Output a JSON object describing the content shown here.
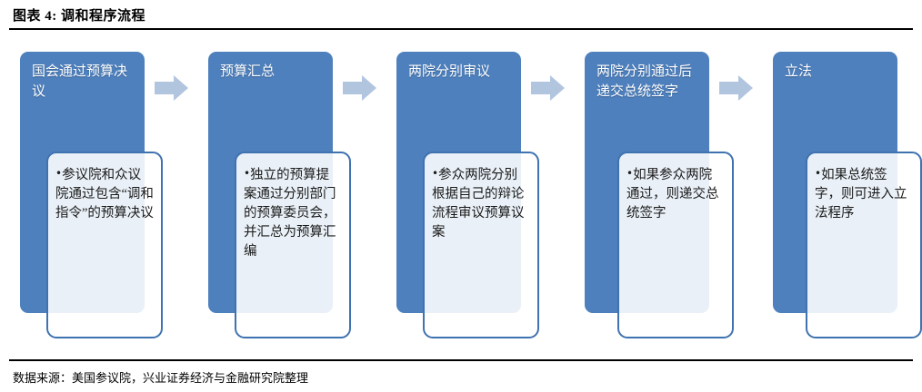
{
  "header": {
    "title": "图表 4: 调和程序流程"
  },
  "footer": {
    "source": "数据来源：美国参议院，兴业证券经济与金融研究院整理"
  },
  "colors": {
    "banner_blue": "#4E80BD",
    "card_border": "#3F72B0",
    "arrow_blue": "#B2C5DF",
    "banner_text": "#FFFFFF",
    "card_text": "#1A1A1A",
    "rule": "#000000"
  },
  "diagram": {
    "type": "process-flow",
    "direction": "left-to-right",
    "arrow_icon": "arrow-right-icon",
    "stage_count": 5,
    "stages": [
      {
        "id": "stage-1",
        "banner_label": "国会通过预算决议",
        "bullet": "•",
        "card_text": "参议院和众议院通过包含“调和指令”的预算决议"
      },
      {
        "id": "stage-2",
        "banner_label": "预算汇总",
        "bullet": "•",
        "card_text": "独立的预算提案通过分别部门的预算委员会，并汇总为预算汇编"
      },
      {
        "id": "stage-3",
        "banner_label": "两院分别审议",
        "bullet": "•",
        "card_text": "参众两院分别根据自己的辩论流程审议预算议案"
      },
      {
        "id": "stage-4",
        "banner_label": "两院分别通过后递交总统签字",
        "bullet": "•",
        "card_text": "如果参众两院通过，则递交总统签字"
      },
      {
        "id": "stage-5",
        "banner_label": "立法",
        "bullet": "•",
        "card_text": "如果总统签字，则可进入立法程序"
      }
    ]
  }
}
